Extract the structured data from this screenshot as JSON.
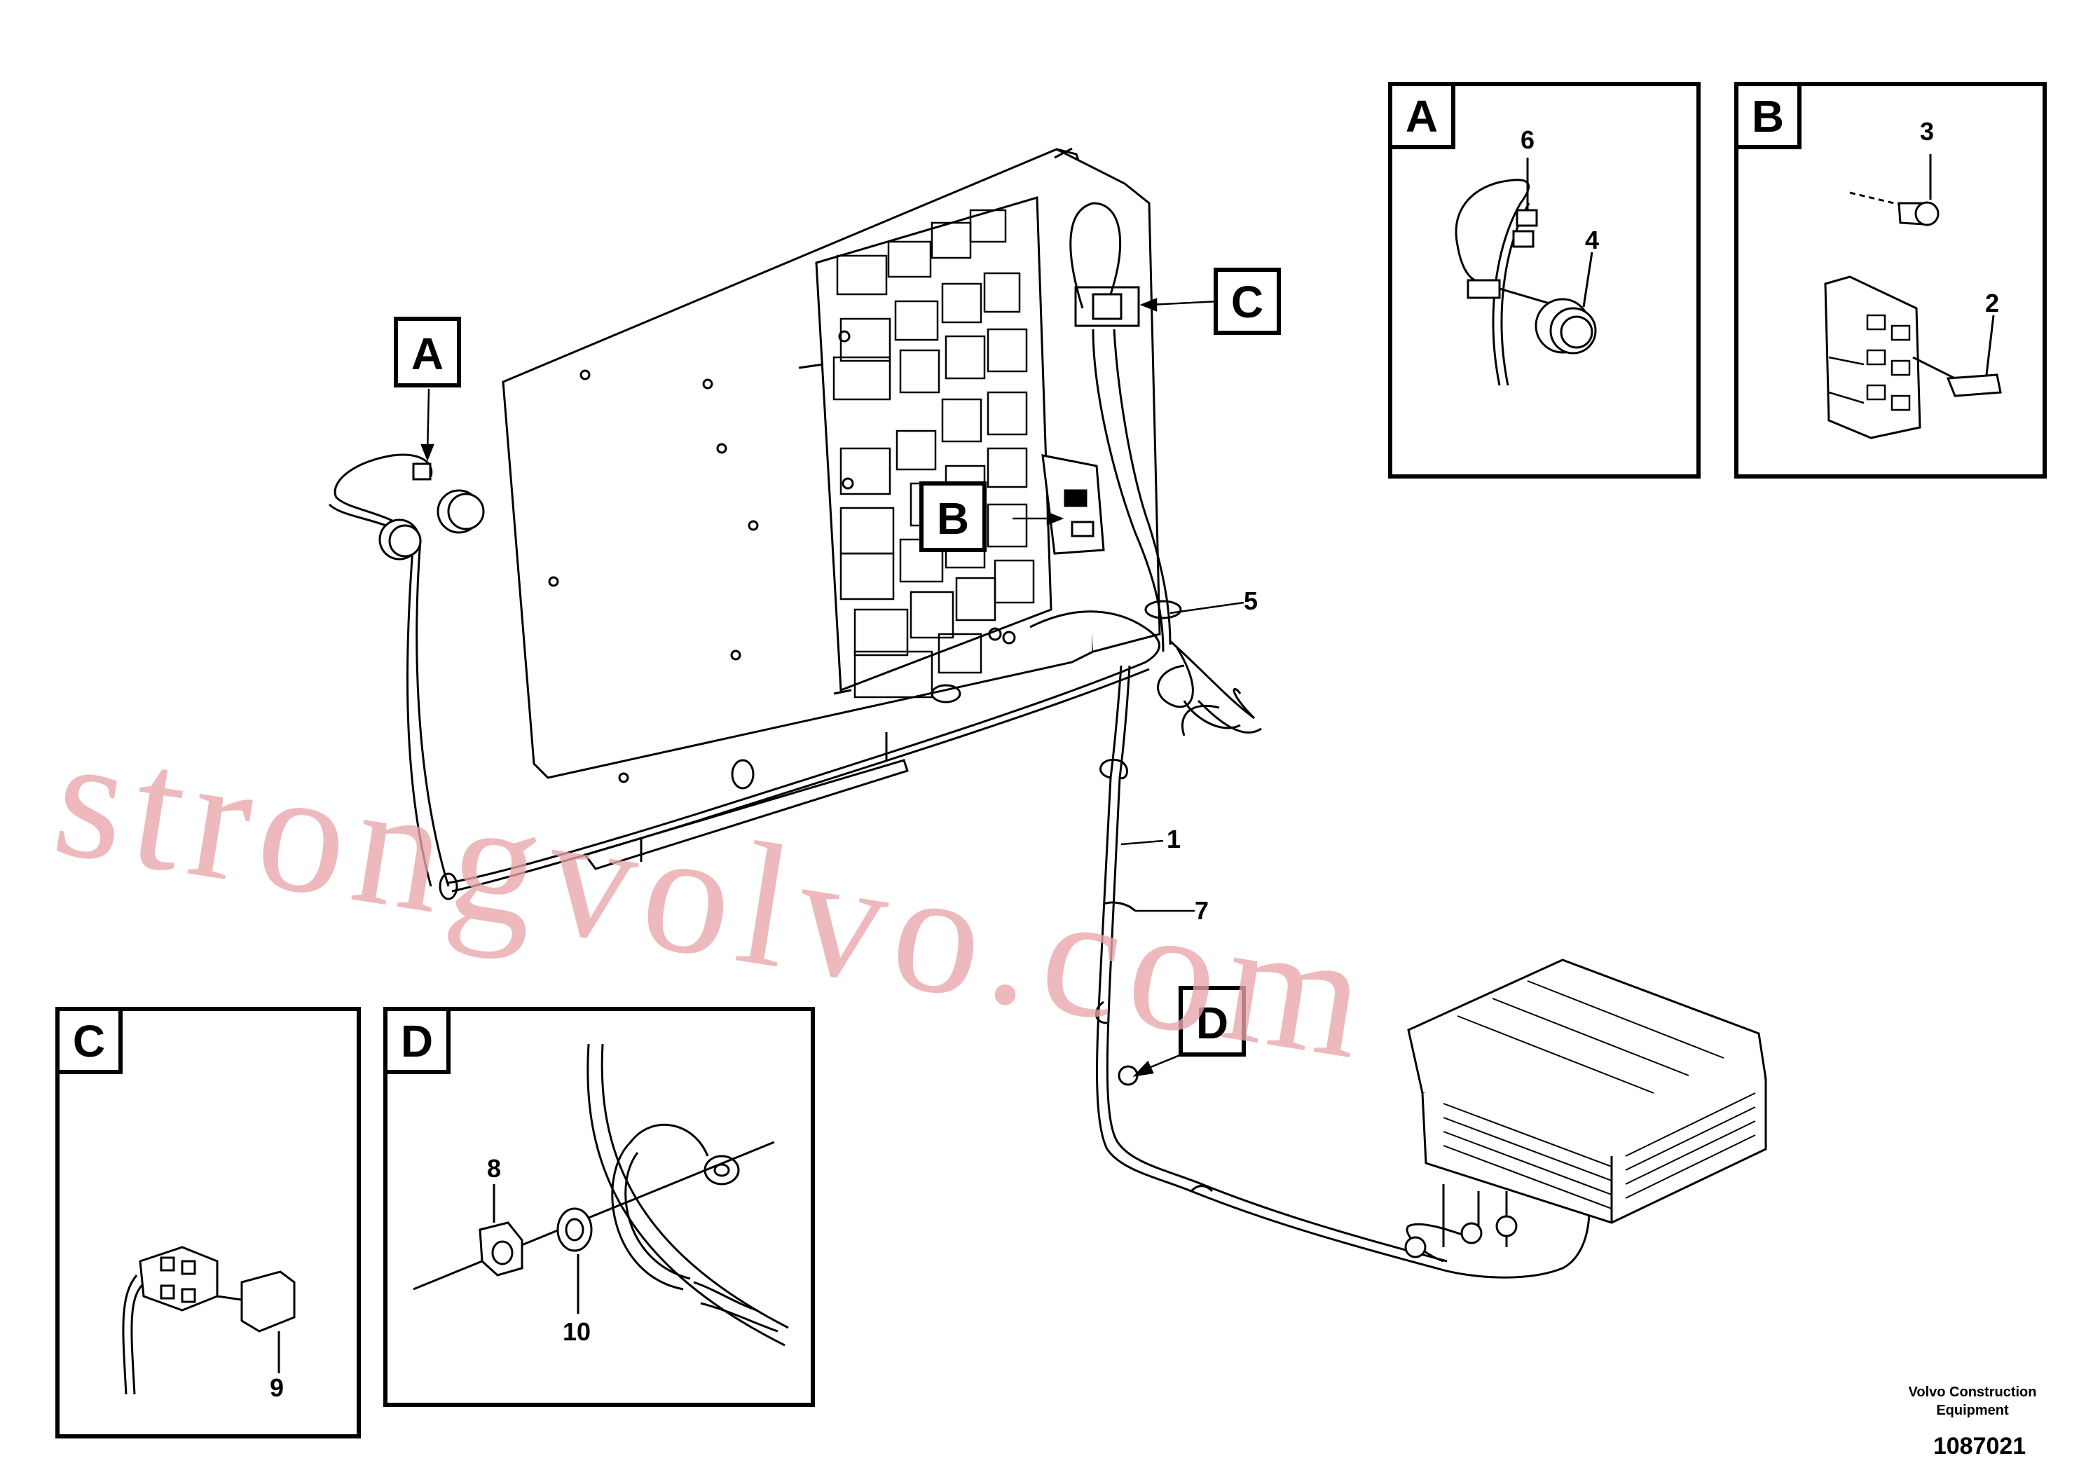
{
  "main_tags": {
    "a": "A",
    "b": "B",
    "c": "C",
    "d": "D"
  },
  "detail_tags": {
    "a": "A",
    "b": "B",
    "c": "C",
    "d": "D"
  },
  "callouts": {
    "c1": "1",
    "c2": "2",
    "c3": "3",
    "c4": "4",
    "c5": "5",
    "c6": "6",
    "c7": "7",
    "c8": "8",
    "c9": "9",
    "c10": "10"
  },
  "watermark": "strongvolvo.com",
  "footer": {
    "company_line1": "Volvo Construction",
    "company_line2": "Equipment",
    "drawing_number": "1087021"
  }
}
